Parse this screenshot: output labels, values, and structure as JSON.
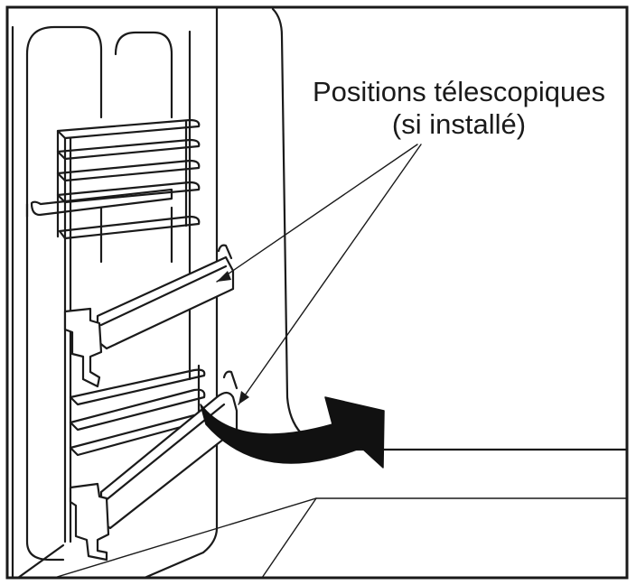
{
  "illustration": {
    "caption_line1": "Positions télescopiques",
    "caption_line2": "(si installé)",
    "colors": {
      "ink": "#1a1a1a",
      "background": "#ffffff"
    },
    "icons": [
      "oven-side-rack",
      "telescopic-slide",
      "curved-arrow"
    ]
  }
}
